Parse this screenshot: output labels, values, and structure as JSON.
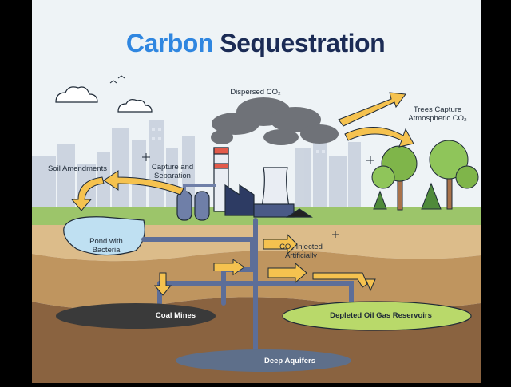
{
  "title": {
    "part1": "Carbon",
    "part2": "Sequestration"
  },
  "labels": {
    "dispersed": "Dispersed CO₂",
    "trees": "Trees Capture\nAtmospheric CO₂",
    "soil": "Soil Amendments",
    "capture": "Capture and\nSeparation",
    "pond": "Pond with\nBacteria",
    "injected": "CO₂ Injected\nArtificially",
    "coal": "Coal Mines",
    "oil": "Depleted Oil Gas Reservoirs",
    "aquifers": "Deep Aquifers"
  },
  "colors": {
    "sky": "#eef3f6",
    "city": "#c7cfdb",
    "grass": "#9cc56a",
    "soil_top": "#d9b886",
    "soil_mid": "#b98e5c",
    "soil_deep": "#7a5634",
    "pipe": "#6e7fa7",
    "arrow": "#f5c24f",
    "smoke": "#6f7278",
    "title_accent": "#2f86e0",
    "title_dark": "#1b2b55",
    "reservoir": "#b9d96a",
    "coal": "#3a3a3a",
    "aquifer": "#5e6f8a"
  }
}
